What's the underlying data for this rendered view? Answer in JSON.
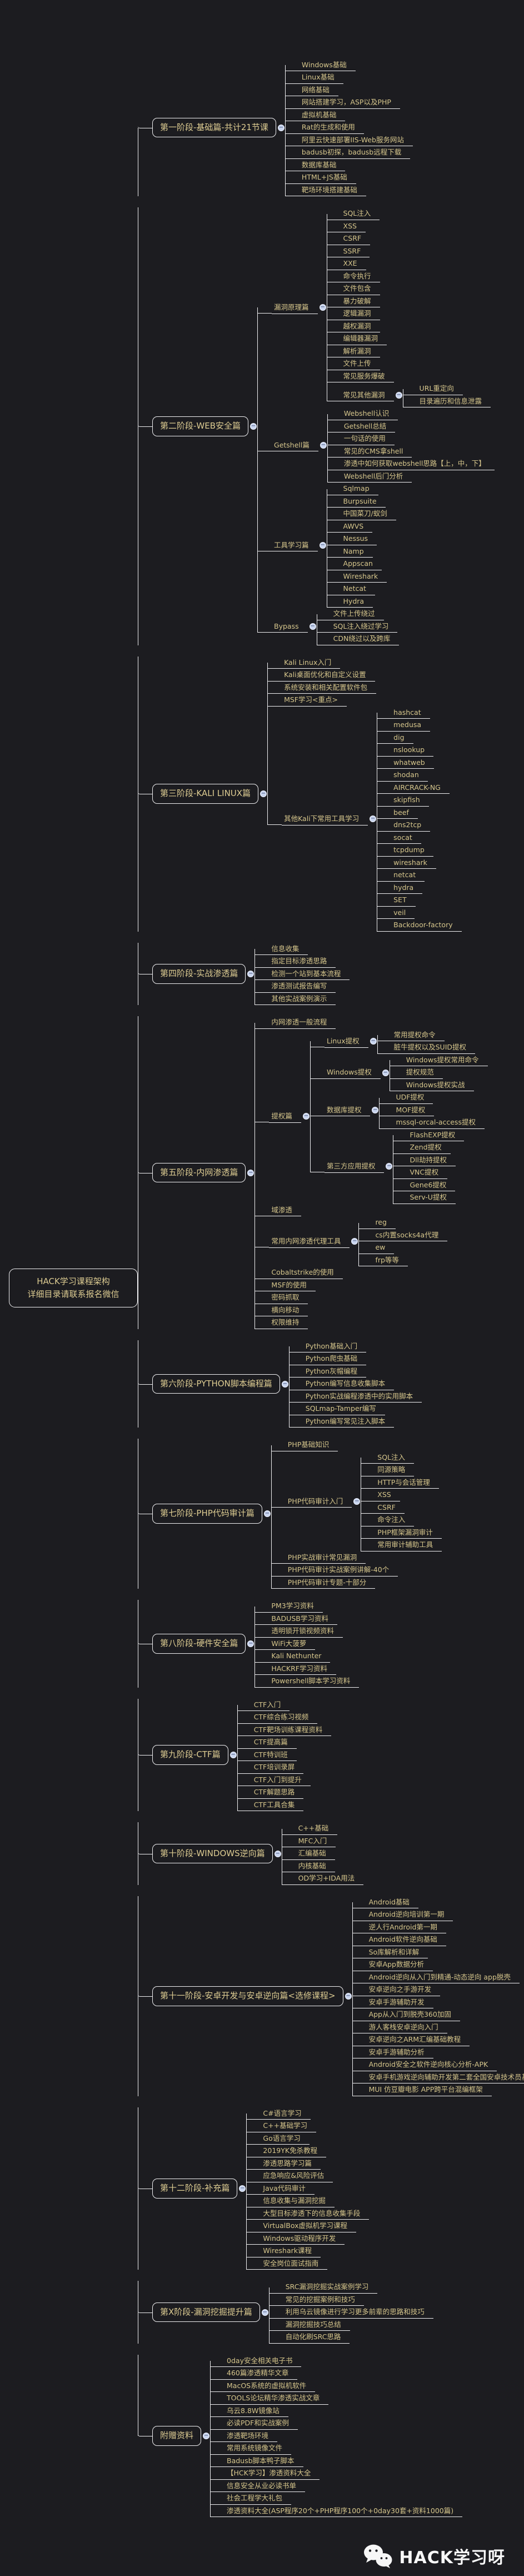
{
  "page": {
    "background": "#1c1c20",
    "line_color": "#f0f0f2",
    "text_color": "#d6c68c",
    "collapse_icon": "minus-circle"
  },
  "root": {
    "label": "HACK学习课程架构\n详细目录请联系报名微信"
  },
  "branches": [
    {
      "label": "第一阶段-基础篇-共计21节课",
      "children": [
        {
          "label": "Windows基础"
        },
        {
          "label": "Linux基础"
        },
        {
          "label": "网络基础"
        },
        {
          "label": "网站搭建学习，ASP以及PHP"
        },
        {
          "label": "虚拟机基础"
        },
        {
          "label": "Rat的生成和使用"
        },
        {
          "label": "阿里云快速部署IIS-Web服务网站"
        },
        {
          "label": "badusb初探，badusb远程下载"
        },
        {
          "label": "数据库基础"
        },
        {
          "label": "HTML+JS基础"
        },
        {
          "label": "靶场环境搭建基础"
        }
      ]
    },
    {
      "label": "第二阶段-WEB安全篇",
      "children": [
        {
          "label": "漏洞原理篇",
          "children": [
            {
              "label": "SQL注入"
            },
            {
              "label": "XSS"
            },
            {
              "label": "CSRF"
            },
            {
              "label": "SSRF"
            },
            {
              "label": "XXE"
            },
            {
              "label": "命令执行"
            },
            {
              "label": "文件包含"
            },
            {
              "label": "暴力破解"
            },
            {
              "label": "逻辑漏洞"
            },
            {
              "label": "越权漏洞"
            },
            {
              "label": "编辑器漏洞"
            },
            {
              "label": "解析漏洞"
            },
            {
              "label": "文件上传"
            },
            {
              "label": "常见服务爆破"
            },
            {
              "label": "常见其他漏洞",
              "children": [
                {
                  "label": "URL重定向"
                },
                {
                  "label": "目录遍历和信息泄露"
                }
              ]
            }
          ]
        },
        {
          "label": "Getshell篇",
          "children": [
            {
              "label": "Webshell认识"
            },
            {
              "label": "Getshell总结"
            },
            {
              "label": "一句话的使用"
            },
            {
              "label": "常见的CMS拿shell"
            },
            {
              "label": "渗透中如何获取webshell思路【上，中，下】"
            },
            {
              "label": "Webshell后门分析"
            }
          ]
        },
        {
          "label": "工具学习篇",
          "children": [
            {
              "label": "Sqlmap"
            },
            {
              "label": "Burpsuite"
            },
            {
              "label": "中国菜刀/蚁剑"
            },
            {
              "label": "AWVS"
            },
            {
              "label": "Nessus"
            },
            {
              "label": "Namp"
            },
            {
              "label": "Appscan"
            },
            {
              "label": "Wireshark"
            },
            {
              "label": "Netcat"
            },
            {
              "label": "Hydra"
            }
          ]
        },
        {
          "label": "Bypass",
          "children": [
            {
              "label": "文件上传绕过"
            },
            {
              "label": "SQL注入绕过学习"
            },
            {
              "label": "CDN绕过以及跨库"
            }
          ]
        }
      ]
    },
    {
      "label": "第三阶段-KALI LINUX篇",
      "children": [
        {
          "label": "Kali Linux入门"
        },
        {
          "label": "Kali桌面优化和自定义设置"
        },
        {
          "label": "系统安装和相关配置软件包"
        },
        {
          "label": "MSF学习<重点>"
        },
        {
          "label": "其他Kali下常用工具学习",
          "children": [
            {
              "label": "hashcat"
            },
            {
              "label": "medusa"
            },
            {
              "label": "dig"
            },
            {
              "label": "nslookup"
            },
            {
              "label": "whatweb"
            },
            {
              "label": "shodan"
            },
            {
              "label": "AIRCRACK-NG"
            },
            {
              "label": "skipfish"
            },
            {
              "label": "beef"
            },
            {
              "label": "dns2tcp"
            },
            {
              "label": "socat"
            },
            {
              "label": "tcpdump"
            },
            {
              "label": "wireshark"
            },
            {
              "label": "netcat"
            },
            {
              "label": "hydra"
            },
            {
              "label": "SET"
            },
            {
              "label": "veil"
            },
            {
              "label": "Backdoor-factory"
            }
          ]
        }
      ]
    },
    {
      "label": "第四阶段-实战渗透篇",
      "children": [
        {
          "label": "信息收集"
        },
        {
          "label": "指定目标渗透思路"
        },
        {
          "label": "检测一个站到基本流程"
        },
        {
          "label": "渗透测试报告编写"
        },
        {
          "label": "其他实战案例演示"
        }
      ]
    },
    {
      "label": "第五阶段-内网渗透篇",
      "children": [
        {
          "label": "内网渗透一般流程"
        },
        {
          "label": "提权篇",
          "children": [
            {
              "label": "Linux提权",
              "children": [
                {
                  "label": "常用提权命令"
                },
                {
                  "label": "脏牛提权以及SUID提权"
                }
              ]
            },
            {
              "label": "Windows提权",
              "children": [
                {
                  "label": "Windows提权常用命令"
                },
                {
                  "label": "提权规范"
                },
                {
                  "label": "Windows提权实战"
                }
              ]
            },
            {
              "label": "数据库提权",
              "children": [
                {
                  "label": "UDF提权"
                },
                {
                  "label": "MOF提权"
                },
                {
                  "label": "mssql-orcal-access提权"
                }
              ]
            },
            {
              "label": "第三方应用提权",
              "children": [
                {
                  "label": "FlashEXP提权"
                },
                {
                  "label": "Zend提权"
                },
                {
                  "label": "Dll劫持提权"
                },
                {
                  "label": "VNC提权"
                },
                {
                  "label": "Gene6提权"
                },
                {
                  "label": "Serv-U提权"
                }
              ]
            }
          ]
        },
        {
          "label": "域渗透"
        },
        {
          "label": "常用内网渗透代理工具",
          "children": [
            {
              "label": "reg"
            },
            {
              "label": "cs内置socks4a代理"
            },
            {
              "label": "ew"
            },
            {
              "label": "frp等等"
            }
          ]
        },
        {
          "label": "Cobaltstrike的使用"
        },
        {
          "label": "MSF的使用"
        },
        {
          "label": "密码抓取"
        },
        {
          "label": "横向移动"
        },
        {
          "label": "权限维持"
        }
      ]
    },
    {
      "label": "第六阶段-PYTHON脚本编程篇",
      "children": [
        {
          "label": "Python基础入门"
        },
        {
          "label": "Python爬虫基础"
        },
        {
          "label": "Python灰帽编程"
        },
        {
          "label": "Python编写信息收集脚本"
        },
        {
          "label": "Python实战编程渗透中的实用脚本"
        },
        {
          "label": "SQLmap-Tamper编写"
        },
        {
          "label": "Python编写常见注入脚本"
        }
      ]
    },
    {
      "label": "第七阶段-PHP代码审计篇",
      "children": [
        {
          "label": "PHP基础知识"
        },
        {
          "label": "PHP代码审计入门",
          "children": [
            {
              "label": "SQL注入"
            },
            {
              "label": "同源策略"
            },
            {
              "label": "HTTP与会话管理"
            },
            {
              "label": "XSS"
            },
            {
              "label": "CSRF"
            },
            {
              "label": "命令注入"
            },
            {
              "label": "PHP框架漏洞审计"
            },
            {
              "label": "常用审计辅助工具"
            }
          ]
        },
        {
          "label": "PHP实战审计常见漏洞"
        },
        {
          "label": "PHP代码审计实战案例讲解-40个"
        },
        {
          "label": "PHP代码审计专题-十部分"
        }
      ]
    },
    {
      "label": "第八阶段-硬件安全篇",
      "children": [
        {
          "label": "PM3学习资料"
        },
        {
          "label": "BADUSB学习资料"
        },
        {
          "label": "透明锁开锁视频资料"
        },
        {
          "label": "WiFi大菠萝"
        },
        {
          "label": "Kali Nethunter"
        },
        {
          "label": "HACKRF学习资料"
        },
        {
          "label": "Powershell脚本学习资料"
        }
      ]
    },
    {
      "label": "第九阶段-CTF篇",
      "children": [
        {
          "label": "CTF入门"
        },
        {
          "label": "CTF综合练习视频"
        },
        {
          "label": "CTF靶场训练课程资料"
        },
        {
          "label": "CTF提高篇"
        },
        {
          "label": "CTF特训班"
        },
        {
          "label": "CTF培训录屏"
        },
        {
          "label": "CTF入门到提升"
        },
        {
          "label": "CTF解题思路"
        },
        {
          "label": "CTF工具合集"
        }
      ]
    },
    {
      "label": "第十阶段-WINDOWS逆向篇",
      "children": [
        {
          "label": "C++基础"
        },
        {
          "label": "MFC入门"
        },
        {
          "label": "汇编基础"
        },
        {
          "label": "内核基础"
        },
        {
          "label": "OD学习+IDA用法"
        }
      ]
    },
    {
      "label": "第十一阶段-安卓开发与安卓逆向篇<选修课程>",
      "children": [
        {
          "label": "Android基础"
        },
        {
          "label": "Android逆向培训第一期"
        },
        {
          "label": "逆人行Android第一期"
        },
        {
          "label": "Android软件逆向基础"
        },
        {
          "label": "So库解析和详解"
        },
        {
          "label": "安卓App数据分析"
        },
        {
          "label": "Android逆向从入门到精通-动态逆向 app脱壳"
        },
        {
          "label": "安卓逆向之手游开发"
        },
        {
          "label": "安卓手游辅助开发"
        },
        {
          "label": "App从入门到脱壳360加固"
        },
        {
          "label": "游人客栈安卓逆向入门"
        },
        {
          "label": "安卓逆向之ARM汇编基础教程"
        },
        {
          "label": "安卓手游辅助分析"
        },
        {
          "label": "Android安全之软件逆向核心分析-APK"
        },
        {
          "label": "安卓手机游戏逆向辅助开发第二套全国安卓技术员基础班"
        },
        {
          "label": "MUI 仿豆瓣电影 APP跨平台混编框架"
        }
      ]
    },
    {
      "label": "第十二阶段-补充篇",
      "children": [
        {
          "label": "C#语言学习"
        },
        {
          "label": "C++基础学习"
        },
        {
          "label": "Go语言学习"
        },
        {
          "label": "2019YK免杀教程"
        },
        {
          "label": "渗透思路学习篇"
        },
        {
          "label": "应急响应&风险评估"
        },
        {
          "label": "Java代码审计"
        },
        {
          "label": "信息收集与漏洞挖掘"
        },
        {
          "label": "大型目标渗透下的信息收集手段"
        },
        {
          "label": "VirtualBox虚拟机学习课程"
        },
        {
          "label": "Windows驱动程序开发"
        },
        {
          "label": "Wireshark课程"
        },
        {
          "label": "安全岗位面试指南"
        }
      ]
    },
    {
      "label": "第X阶段-漏洞挖掘提升篇",
      "children": [
        {
          "label": "SRC漏洞挖掘实战案例学习"
        },
        {
          "label": "常见的挖掘案例和技巧"
        },
        {
          "label": "利用乌云镜像进行学习更多前辈的思路和技巧"
        },
        {
          "label": "漏洞挖掘技巧总结"
        },
        {
          "label": "自动化刷SRC思路"
        }
      ]
    },
    {
      "label": "附赠资料",
      "children": [
        {
          "label": "0day安全相关电子书"
        },
        {
          "label": "460篇渗透精华文章"
        },
        {
          "label": "MacOS系统的虚拟机软件"
        },
        {
          "label": "TOOLS论坛精华渗透实战文章"
        },
        {
          "label": "乌云8.8W镜像站"
        },
        {
          "label": "必读PDF和实战案例"
        },
        {
          "label": "渗透靶场环境"
        },
        {
          "label": "常用系统镜像文件"
        },
        {
          "label": "Badusb脚本鸭子脚本"
        },
        {
          "label": "【HCK学习】渗透资料大全"
        },
        {
          "label": "信息安全从业必读书单"
        },
        {
          "label": "社会工程学大礼包"
        },
        {
          "label": "渗透资料大全(ASP程序20个+PHP程序100个+0day30套+资料1000篇)"
        }
      ]
    }
  ],
  "footer": {
    "brand": "HACK学习呀",
    "logo": "wechat-icon"
  }
}
